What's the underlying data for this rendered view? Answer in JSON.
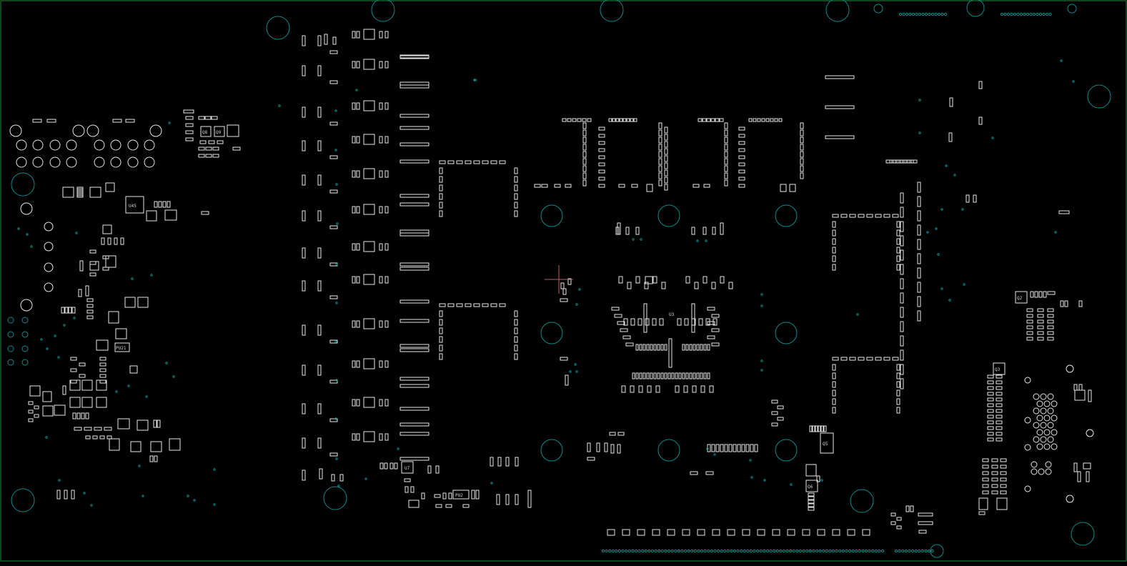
{
  "view": {
    "background": "#000000",
    "border_color": "#1f8a3a",
    "pad_color": "#e6e6e6",
    "hole_color": "#0e8a8a",
    "cursor_color": "#c06060"
  },
  "labels": {
    "u45": "U45",
    "q8": "Q8",
    "q9": "Q9",
    "pu2": "PU2",
    "pu21": "PU21",
    "q2": "Q2",
    "q3": "Q3",
    "q5": "Q5",
    "q6": "Q6",
    "u3": "U3",
    "u7": "U7"
  }
}
